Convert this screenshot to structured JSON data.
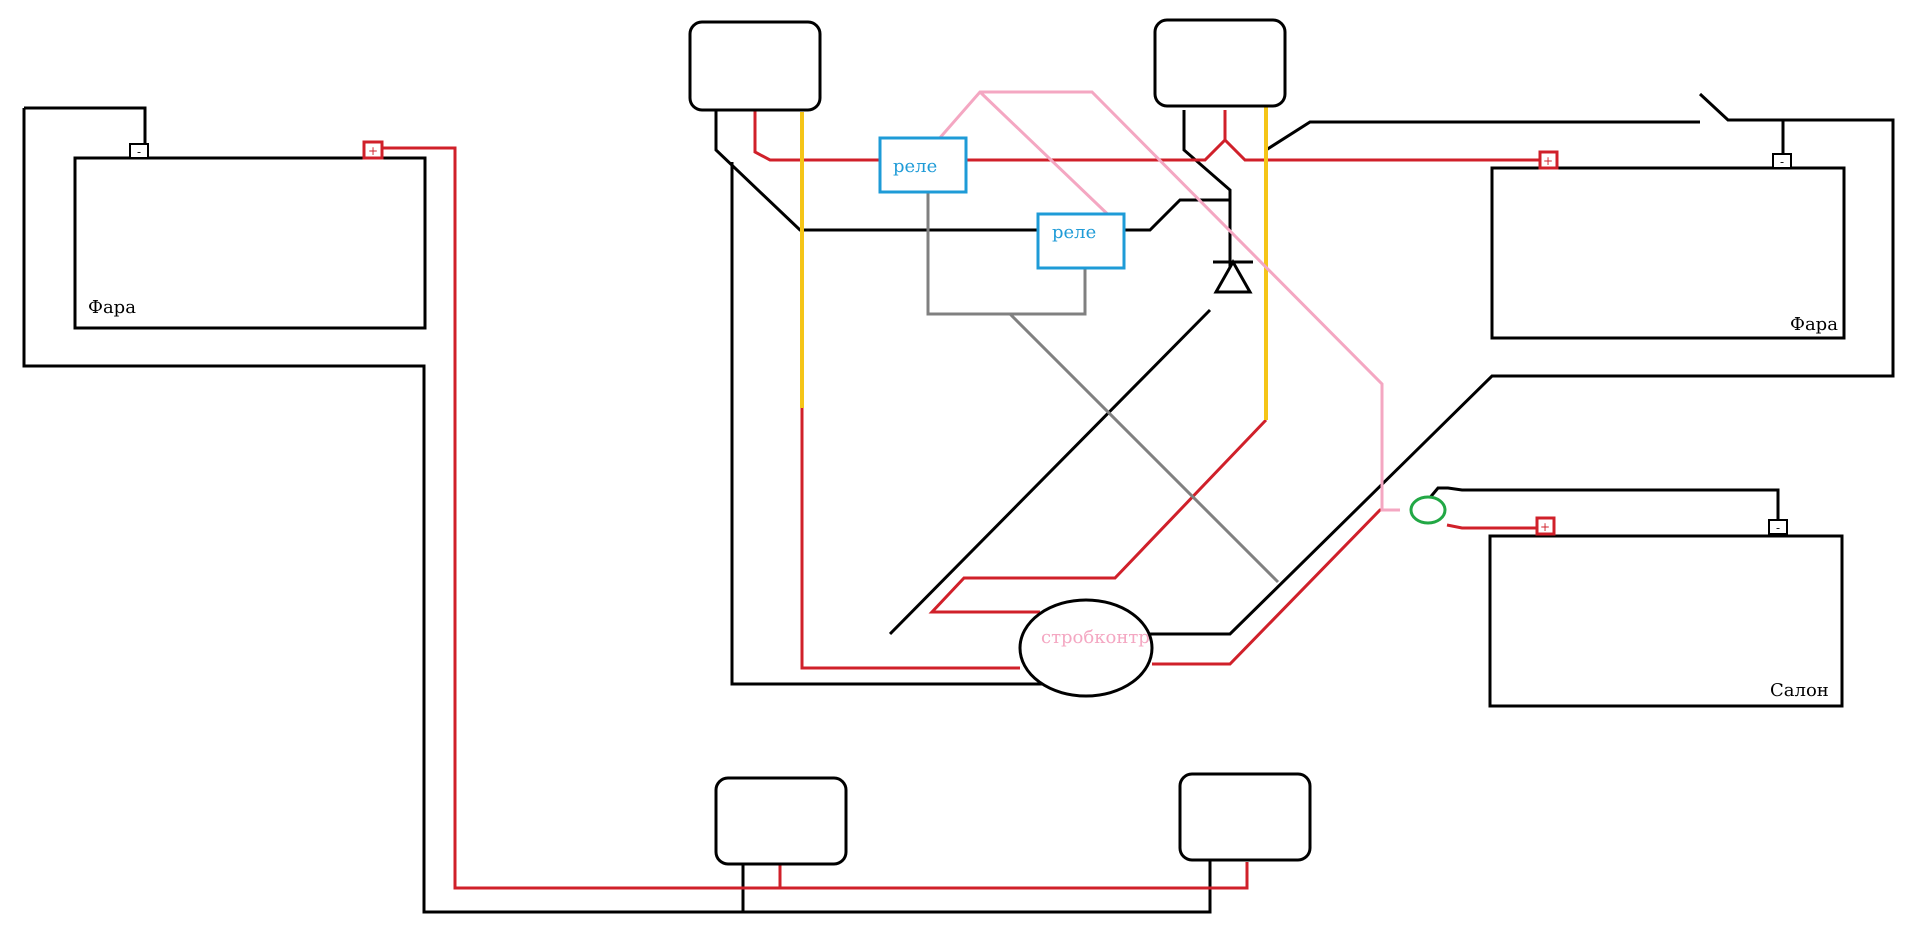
{
  "labels": {
    "headlight_left": "Фара",
    "headlight_right": "Фара",
    "cabin": "Салон",
    "relay_1": "реле",
    "relay_2": "реле",
    "controller": "стробконтр",
    "minus": "-",
    "plus": "+"
  },
  "colors": {
    "wire_black": "#000000",
    "wire_red": "#d0202a",
    "wire_yellow": "#f5c518",
    "wire_pink": "#f4a7c2",
    "wire_gray": "#808080",
    "relay_border": "#1e9bd7",
    "relay_text": "#1e9bd7",
    "controller_text": "#f4a7c2",
    "fuse_green": "#22a845"
  }
}
